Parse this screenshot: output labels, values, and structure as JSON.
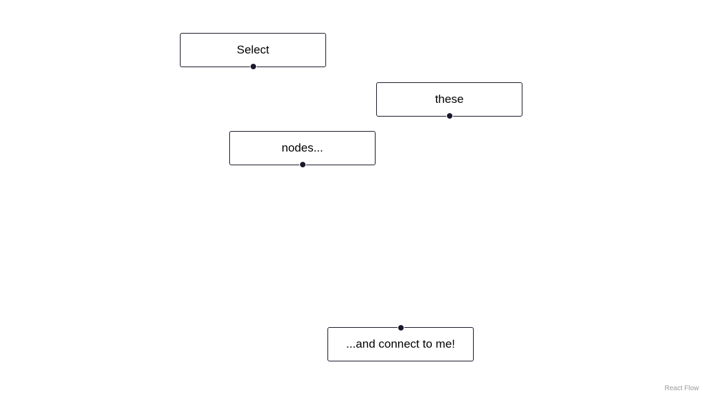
{
  "flow": {
    "nodes": [
      {
        "id": "1",
        "label": "Select",
        "handle": "bottom"
      },
      {
        "id": "2",
        "label": "these",
        "handle": "bottom"
      },
      {
        "id": "3",
        "label": "nodes...",
        "handle": "bottom"
      },
      {
        "id": "4",
        "label": "...and connect to me!",
        "handle": "top"
      }
    ]
  },
  "attribution": {
    "label": "React Flow"
  },
  "colors": {
    "node_border": "#1a192b",
    "handle": "#1a192b",
    "background": "#ffffff",
    "attribution_text": "#999999"
  }
}
